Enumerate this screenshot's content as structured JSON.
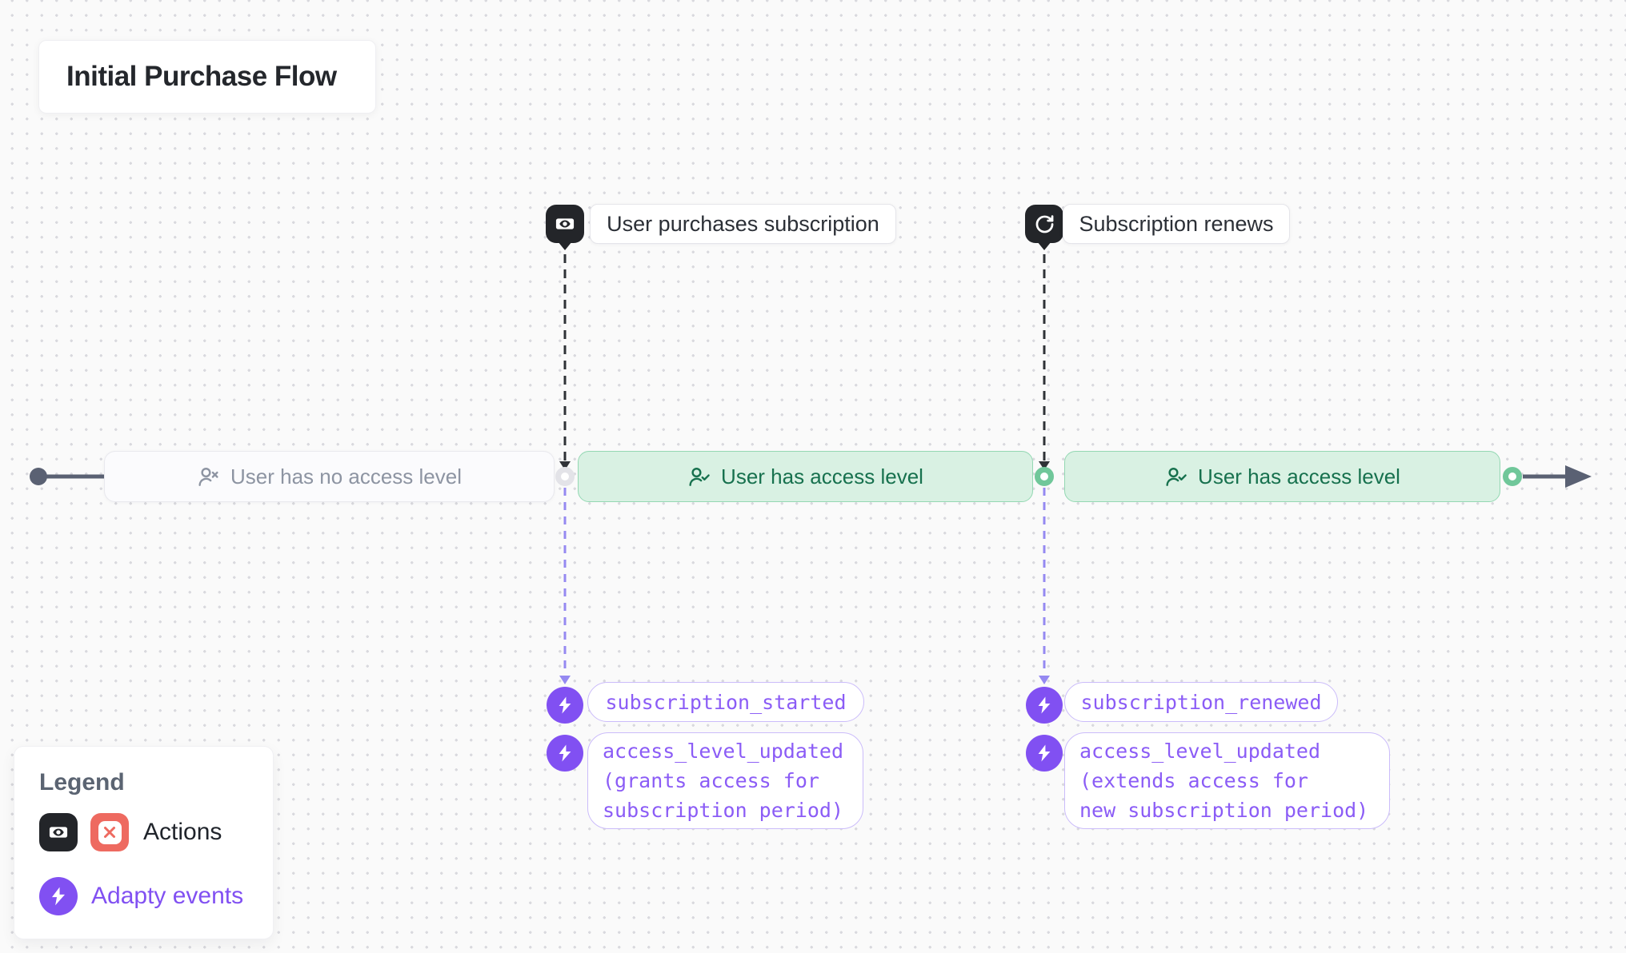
{
  "title": "Initial Purchase Flow",
  "actions": [
    {
      "label": "User purchases subscription",
      "icon": "banknote-icon"
    },
    {
      "label": "Subscription renews",
      "icon": "refresh-cw-icon"
    }
  ],
  "states": [
    {
      "label": "User has no access level",
      "icon": "user-x-icon",
      "variant": "inactive"
    },
    {
      "label": "User has access level",
      "icon": "user-check-icon",
      "variant": "active"
    },
    {
      "label": "User has access level",
      "icon": "user-check-icon",
      "variant": "active"
    }
  ],
  "events": [
    {
      "label": "subscription_started"
    },
    {
      "label": "access_level_updated\n(grants access for\nsubscription period)"
    },
    {
      "label": "subscription_renewed"
    },
    {
      "label": "access_level_updated\n(extends access for\nnew subscription period)"
    }
  ],
  "legend": {
    "title": "Legend",
    "actions_label": "Actions",
    "adapty_events_label": "Adapty events"
  },
  "colors": {
    "action_icon_bg": "#232529",
    "event_purple": "#8150f2",
    "event_text": "#8b5cf6",
    "state_active_bg": "#d9f1e3",
    "state_active_border": "#94d8b3",
    "state_active_text": "#17714e",
    "state_inactive_text": "#8d94a2",
    "legend_red": "#ee6a60",
    "connector_slate": "#5a6173",
    "black_dash": "#2f3237",
    "purple_dash": "#9589f1"
  }
}
